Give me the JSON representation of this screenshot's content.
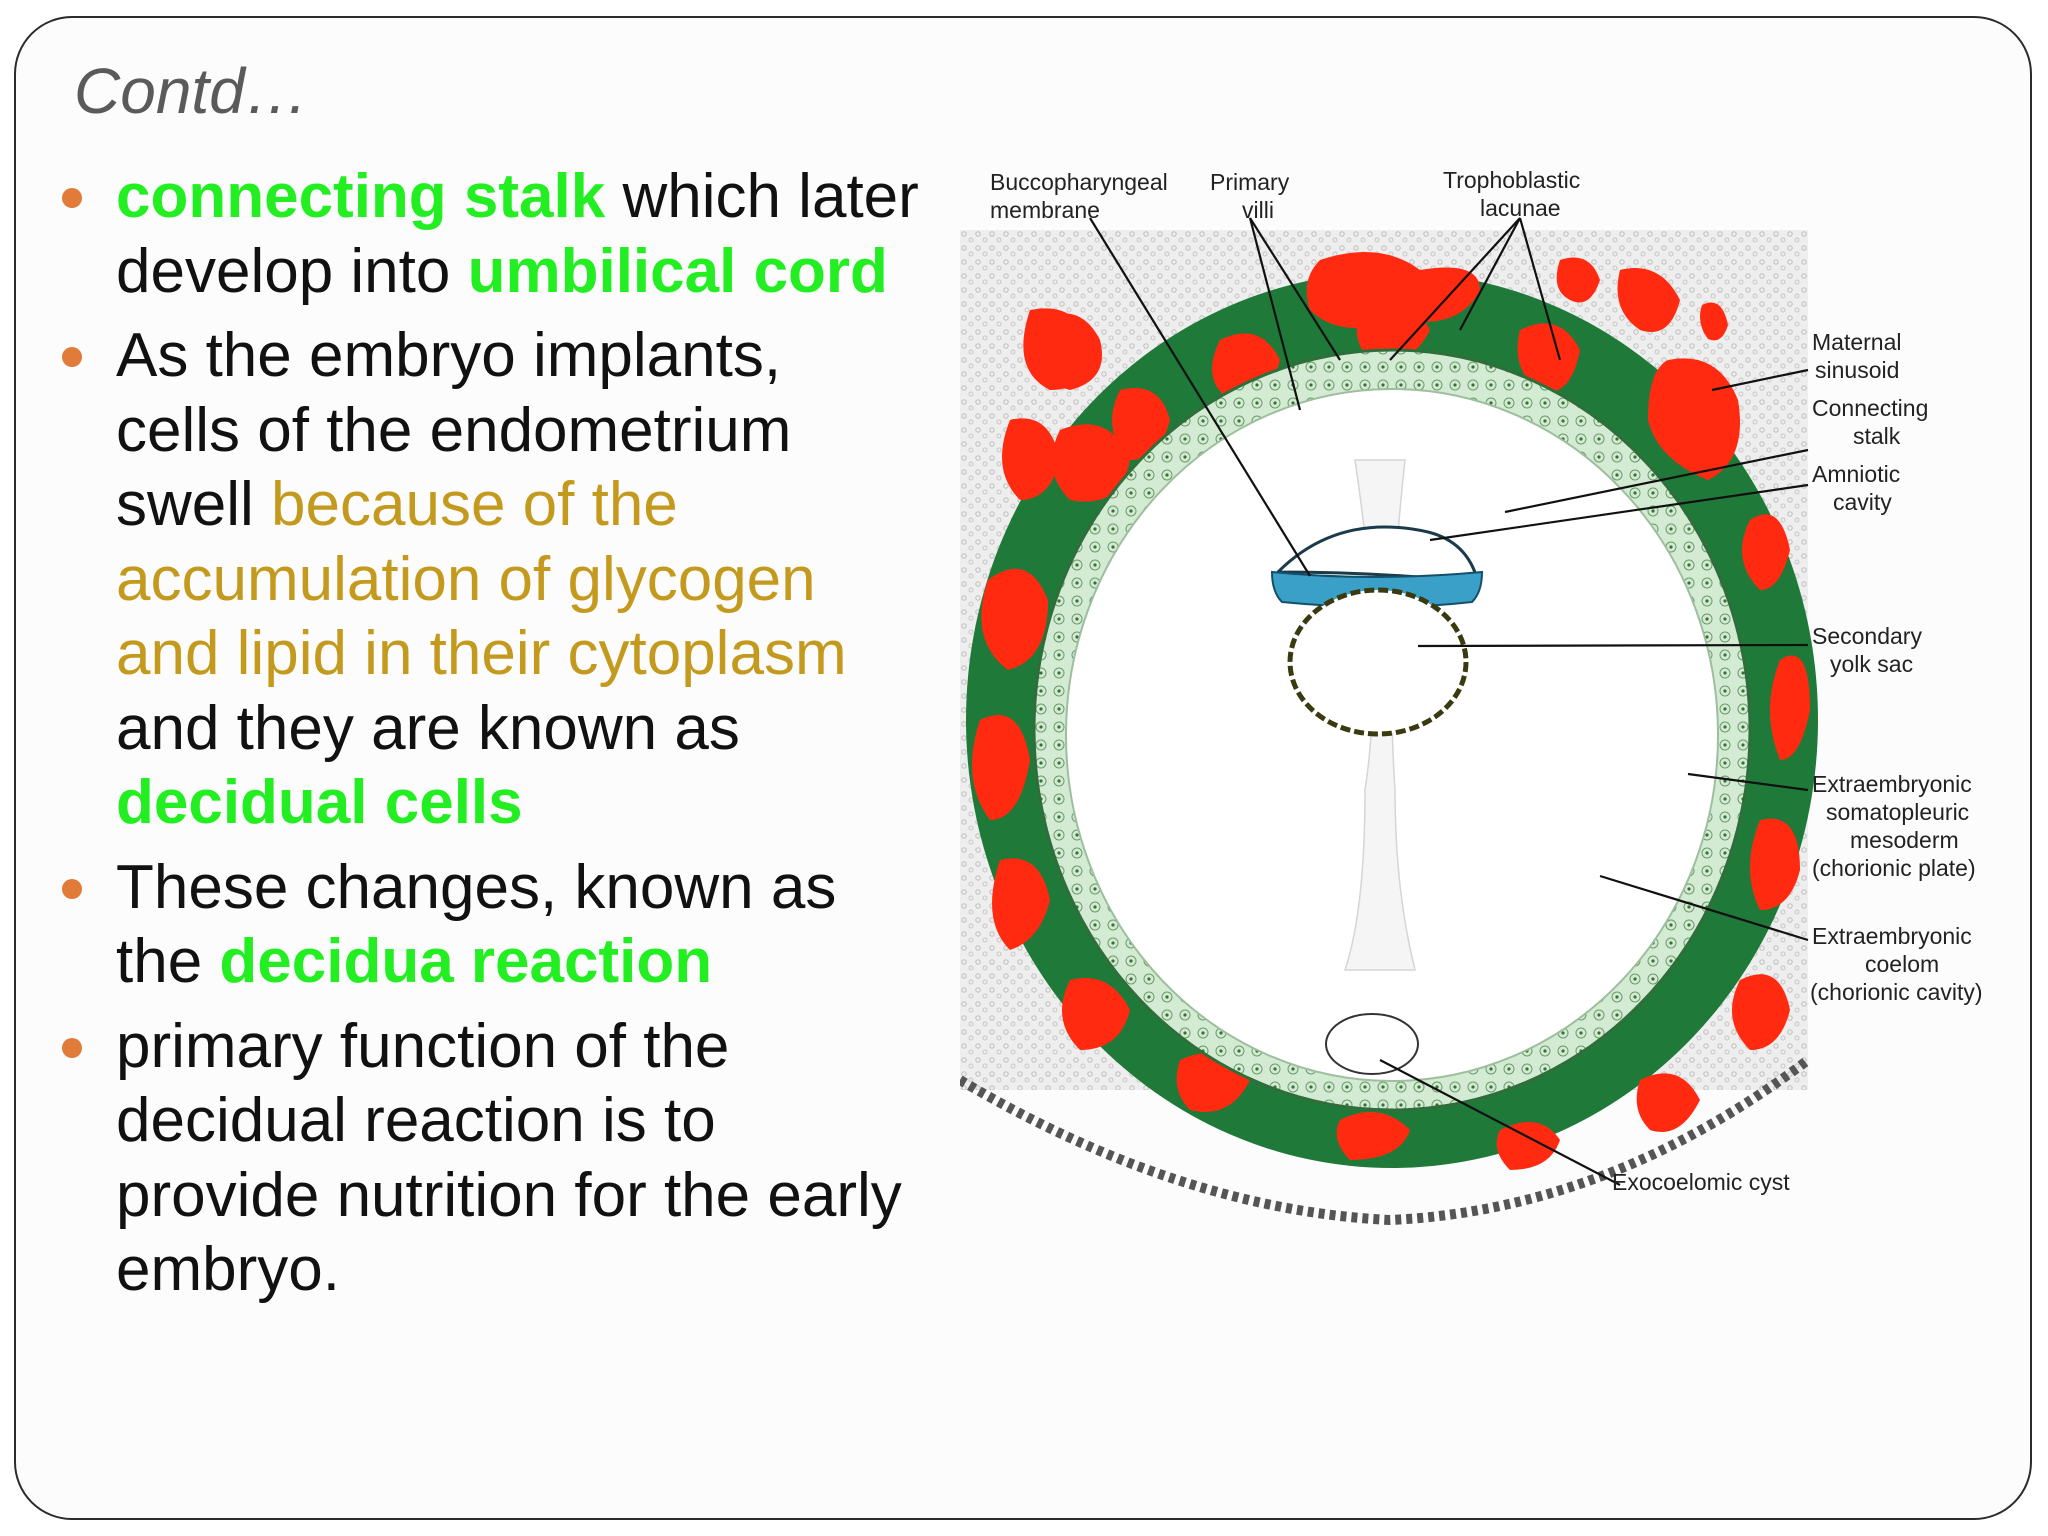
{
  "slide": {
    "title": "Contd…",
    "bullets": [
      {
        "parts": [
          {
            "t": "connecting stalk",
            "s": "green"
          },
          {
            "t": " which later develop into ",
            "s": "plain"
          },
          {
            "t": "umbilical cord",
            "s": "green"
          }
        ]
      },
      {
        "parts": [
          {
            "t": "As the embryo implants, cells of the endometrium swell ",
            "s": "plain"
          },
          {
            "t": "because of the accumulation of glycogen and lipid in their cytoplasm",
            "s": "orange"
          },
          {
            "t": " and they are known as ",
            "s": "plain"
          },
          {
            "t": "decidual cells",
            "s": "green"
          }
        ]
      },
      {
        "parts": [
          {
            "t": "These changes, known as the ",
            "s": "plain"
          },
          {
            "t": "decidua reaction",
            "s": "green"
          }
        ]
      },
      {
        "parts": [
          {
            "t": "primary function of the decidual reaction is to provide nutrition for the early embryo.",
            "s": "plain"
          }
        ]
      }
    ]
  },
  "figure": {
    "labels": {
      "buccopharyngeal": [
        "Buccopharyngeal",
        "membrane"
      ],
      "primary_villi": [
        "Primary",
        "villi"
      ],
      "trophoblastic": [
        "Trophoblastic",
        "lacunae"
      ],
      "maternal_sinusoid": [
        "Maternal",
        "sinusoid"
      ],
      "connecting_stalk": [
        "Connecting",
        "stalk"
      ],
      "amniotic_cavity": [
        "Amniotic",
        "cavity"
      ],
      "secondary_yolk_sac": [
        "Secondary",
        "yolk sac"
      ],
      "extraembryonic_mesoderm": [
        "Extraembryonic",
        "somatopleuric",
        "mesoderm",
        "(chorionic plate)"
      ],
      "extraembryonic_coelom": [
        "Extraembryonic",
        "coelom",
        "(chorionic cavity)"
      ],
      "exocoelomic_cyst": [
        "Exocoelomic cyst"
      ]
    },
    "colors": {
      "lacunae": "#ff2a10",
      "trophoblast": "#1f7a3a",
      "mesoderm": "#cfe8cf",
      "endometrium": "#e8e8e8",
      "amnion": "#3aa0c8"
    }
  }
}
